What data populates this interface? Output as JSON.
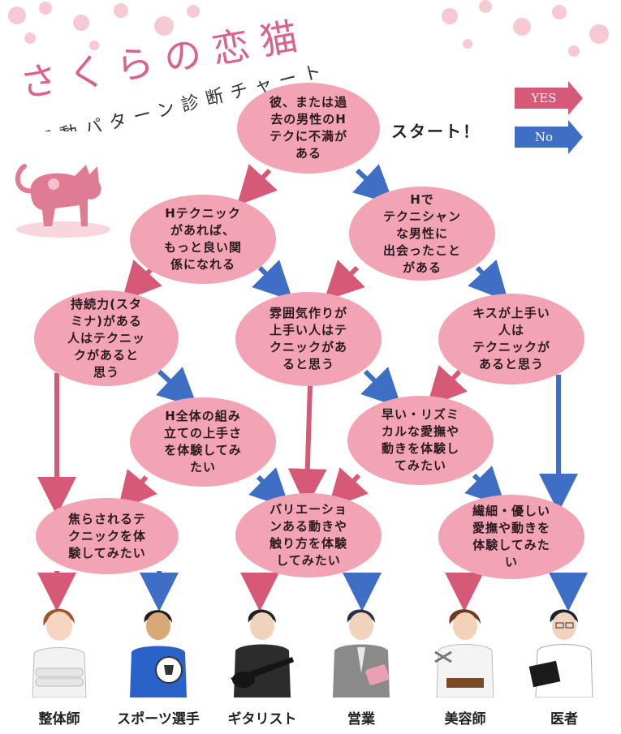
{
  "title": {
    "main": "さくらの恋猫",
    "sub": "振動パターン診断チャート"
  },
  "start_label": "スタート！",
  "legend": {
    "yes": {
      "label": "YES",
      "color": "#d65a78"
    },
    "no": {
      "label": "No",
      "color": "#3f6fc4"
    }
  },
  "colors": {
    "node_fill": "#f2a3b4",
    "yes_arrow": "#d65a78",
    "no_arrow": "#3f6fc4",
    "cat": "#e07b94"
  },
  "nodes": {
    "q1": "彼、または過\n去の男性のH\nテクに不満が\nある",
    "q2": "Hテクニック\nがあれば、\nもっと良い関\n係になれる",
    "q3": "Hで\nテクニシャン\nな男性に\n出会ったこと\nがある",
    "q4": "持続力(スタ\nミナ)がある\n人はテクニッ\nクがあると\n思う",
    "q5": "雰囲気作りが\n上手い人はテ\nクニックがあ\nると思う",
    "q6": "キスが上手い\n人は\nテクニックが\nあると思う",
    "q7": "H全体の組み\n立ての上手さ\nを体験してみ\nたい",
    "q8": "早い・リズミ\nカルな愛撫や\n動きを体験し\nてみたい",
    "q9": "焦らされるテ\nクニックを体\n験してみたい",
    "q10": "バリエーショ\nンある動きや\n触り方を体験\nしてみたい",
    "q11": "繊細・優しい\n愛撫や動きを\n体験してみた\nい"
  },
  "results": [
    {
      "label": "整体師",
      "icon": "masseur-character-icon"
    },
    {
      "label": "スポーツ選手",
      "icon": "athlete-character-icon"
    },
    {
      "label": "ギタリスト",
      "icon": "guitarist-character-icon"
    },
    {
      "label": "営業",
      "icon": "salesman-character-icon"
    },
    {
      "label": "美容師",
      "icon": "hairdresser-character-icon"
    },
    {
      "label": "医者",
      "icon": "doctor-character-icon"
    }
  ]
}
